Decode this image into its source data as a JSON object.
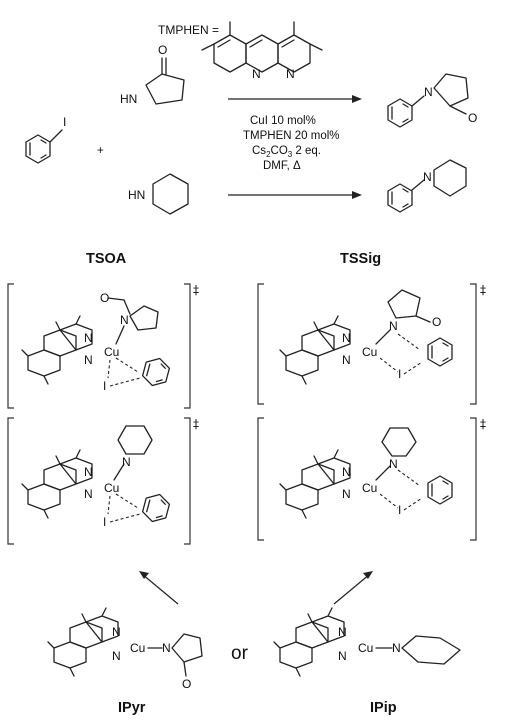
{
  "reaction": {
    "tmphen_eq": "TMPHEN =",
    "cond_cui": "CuI 10 mol%",
    "cond_tmphen": "TMPHEN 20 mol%",
    "cond_base_a": "Cs",
    "cond_base_sub1": "2",
    "cond_base_b": "CO",
    "cond_base_sub2": "3",
    "cond_base_c": " 2 eq.",
    "cond_solvent": "DMF, Δ",
    "plus": "+"
  },
  "atoms": {
    "N": "N",
    "O": "O",
    "I": "I",
    "Cu": "Cu",
    "HN": "HN",
    "dagger": "‡"
  },
  "labels": {
    "tsoa": "TSOA",
    "tssig": "TSSig",
    "ipyr": "IPyr",
    "ipip": "IPip",
    "or": "or"
  }
}
